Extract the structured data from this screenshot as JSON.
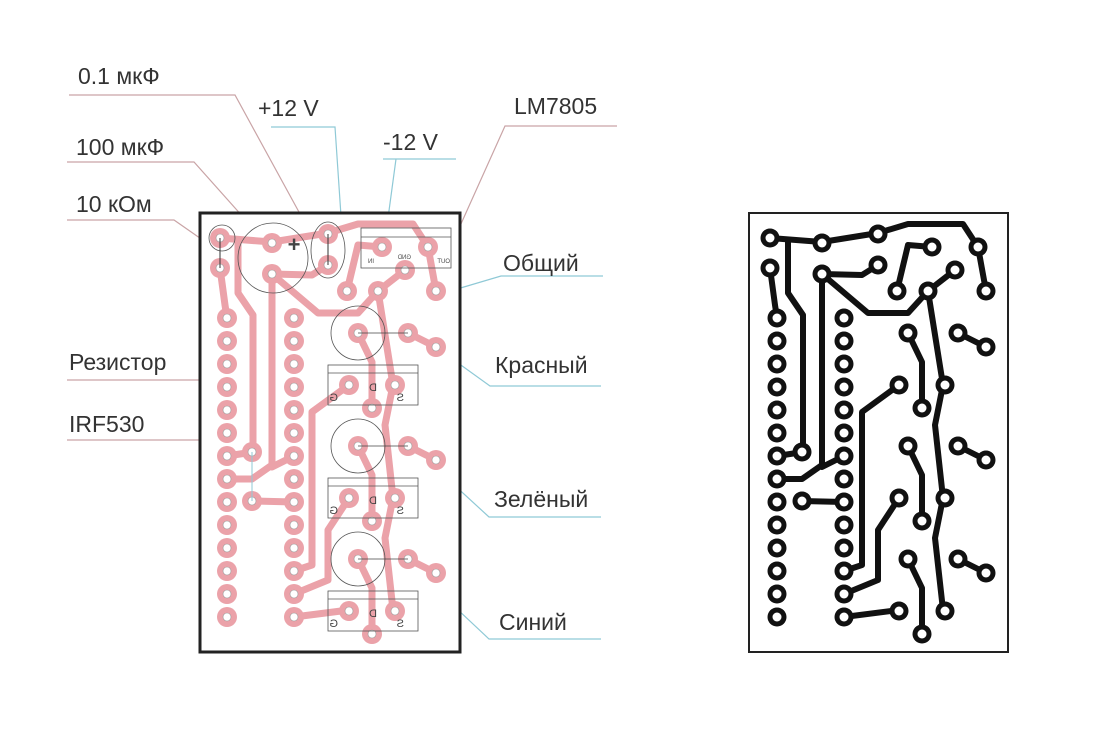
{
  "labels": {
    "cap_small": "0.1 мкФ",
    "plus12": "+12 V",
    "cap_big": "100 мкФ",
    "minus12": "-12 V",
    "regulator": "LM7805",
    "resistor_10k": "10 кОм",
    "common": "Общий",
    "resistor": "Резистор",
    "mosfet": "IRF530",
    "red": "Красный",
    "green": "Зелёный",
    "blue": "Синий"
  },
  "silk": {
    "plus": "+",
    "reg_in": "IN",
    "reg_gnd": "GND",
    "reg_out": "OUT",
    "gate": "G",
    "drain": "D",
    "source": "S"
  },
  "colors": {
    "trace_pink": "#eba2a9",
    "trace_black": "#111111",
    "leader_pink": "#c9a4a6",
    "leader_teal": "#8fc9d6",
    "board_outline": "#222222"
  }
}
